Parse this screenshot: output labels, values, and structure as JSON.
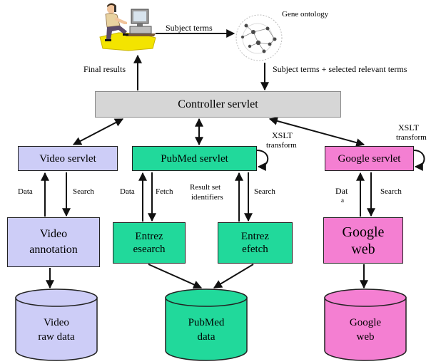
{
  "labels": {
    "subject_terms": "Subject terms",
    "gene_ontology": "Gene ontology",
    "final_results": "Final results",
    "subject_terms_selected": "Subject terms + selected relevant terms"
  },
  "nodes": {
    "controller_servlet": "Controller servlet",
    "video_servlet": "Video servlet",
    "pubmed_servlet": "PubMed servlet",
    "google_servlet": "Google servlet",
    "video_annotation": [
      "Video",
      "annotation"
    ],
    "entrez_esearch": [
      "Entrez",
      "esearch"
    ],
    "entrez_efetch": [
      "Entrez",
      "efetch"
    ],
    "google_web": [
      "Google",
      "web"
    ]
  },
  "databases": {
    "video_raw_data": [
      "Video",
      "raw data"
    ],
    "pubmed_data": [
      "PubMed",
      "data"
    ],
    "google_web": [
      "Google",
      "web"
    ]
  },
  "edge_labels": {
    "pubmed_xslt": [
      "XSLT",
      "transform"
    ],
    "google_xslt": [
      "XSLT",
      "transform"
    ],
    "video_data": "Data",
    "video_search": "Search",
    "pubmed_data": "Data",
    "pubmed_fetch": "Fetch",
    "result_set_identifiers": [
      "Result set",
      "identifiers"
    ],
    "pubmed_search": "Search",
    "google_data": [
      "Dat",
      "a"
    ],
    "google_search": "Search"
  },
  "icons": {
    "user": "user-at-computer-icon",
    "ontology": "gene-ontology-network-icon"
  },
  "colors": {
    "controller": "#d6d6d6",
    "video": "#cdcdf7",
    "pubmed": "#21d99b",
    "google": "#f47fd2"
  }
}
